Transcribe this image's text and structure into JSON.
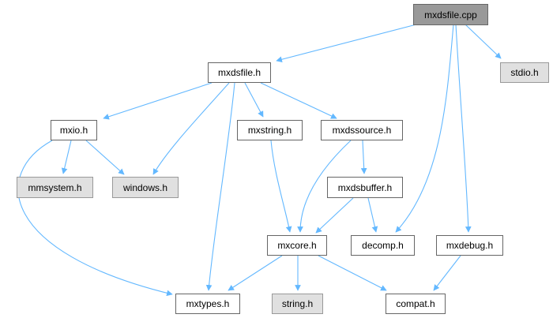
{
  "nodes": {
    "mxdsfile_cpp": {
      "label": "mxdsfile.cpp",
      "kind": "root"
    },
    "mxdsfile_h": {
      "label": "mxdsfile.h",
      "kind": "local"
    },
    "stdio_h": {
      "label": "stdio.h",
      "kind": "external"
    },
    "mxio_h": {
      "label": "mxio.h",
      "kind": "local"
    },
    "mxstring_h": {
      "label": "mxstring.h",
      "kind": "local"
    },
    "mxdssource_h": {
      "label": "mxdssource.h",
      "kind": "local"
    },
    "mmsystem_h": {
      "label": "mmsystem.h",
      "kind": "external"
    },
    "windows_h": {
      "label": "windows.h",
      "kind": "external"
    },
    "mxdsbuffer_h": {
      "label": "mxdsbuffer.h",
      "kind": "local"
    },
    "mxcore_h": {
      "label": "mxcore.h",
      "kind": "local"
    },
    "decomp_h": {
      "label": "decomp.h",
      "kind": "local"
    },
    "mxdebug_h": {
      "label": "mxdebug.h",
      "kind": "local"
    },
    "mxtypes_h": {
      "label": "mxtypes.h",
      "kind": "local"
    },
    "string_h": {
      "label": "string.h",
      "kind": "external"
    },
    "compat_h": {
      "label": "compat.h",
      "kind": "local"
    }
  },
  "edges": [
    [
      "mxdsfile_cpp",
      "mxdsfile_h"
    ],
    [
      "mxdsfile_cpp",
      "stdio_h"
    ],
    [
      "mxdsfile_cpp",
      "decomp_h"
    ],
    [
      "mxdsfile_cpp",
      "mxdebug_h"
    ],
    [
      "mxdsfile_h",
      "mxio_h"
    ],
    [
      "mxdsfile_h",
      "windows_h"
    ],
    [
      "mxdsfile_h",
      "mxtypes_h"
    ],
    [
      "mxdsfile_h",
      "mxstring_h"
    ],
    [
      "mxdsfile_h",
      "mxdssource_h"
    ],
    [
      "mxio_h",
      "mmsystem_h"
    ],
    [
      "mxio_h",
      "windows_h"
    ],
    [
      "mxio_h",
      "mxtypes_h"
    ],
    [
      "mxstring_h",
      "mxcore_h"
    ],
    [
      "mxdssource_h",
      "mxcore_h"
    ],
    [
      "mxdssource_h",
      "mxdsbuffer_h"
    ],
    [
      "mxdsbuffer_h",
      "mxcore_h"
    ],
    [
      "mxdsbuffer_h",
      "decomp_h"
    ],
    [
      "mxcore_h",
      "mxtypes_h"
    ],
    [
      "mxcore_h",
      "string_h"
    ],
    [
      "mxcore_h",
      "compat_h"
    ],
    [
      "mxdebug_h",
      "compat_h"
    ]
  ],
  "colors": {
    "edge": "#63b8ff",
    "root_fill": "#999999",
    "external_fill": "#e0e0e0"
  }
}
